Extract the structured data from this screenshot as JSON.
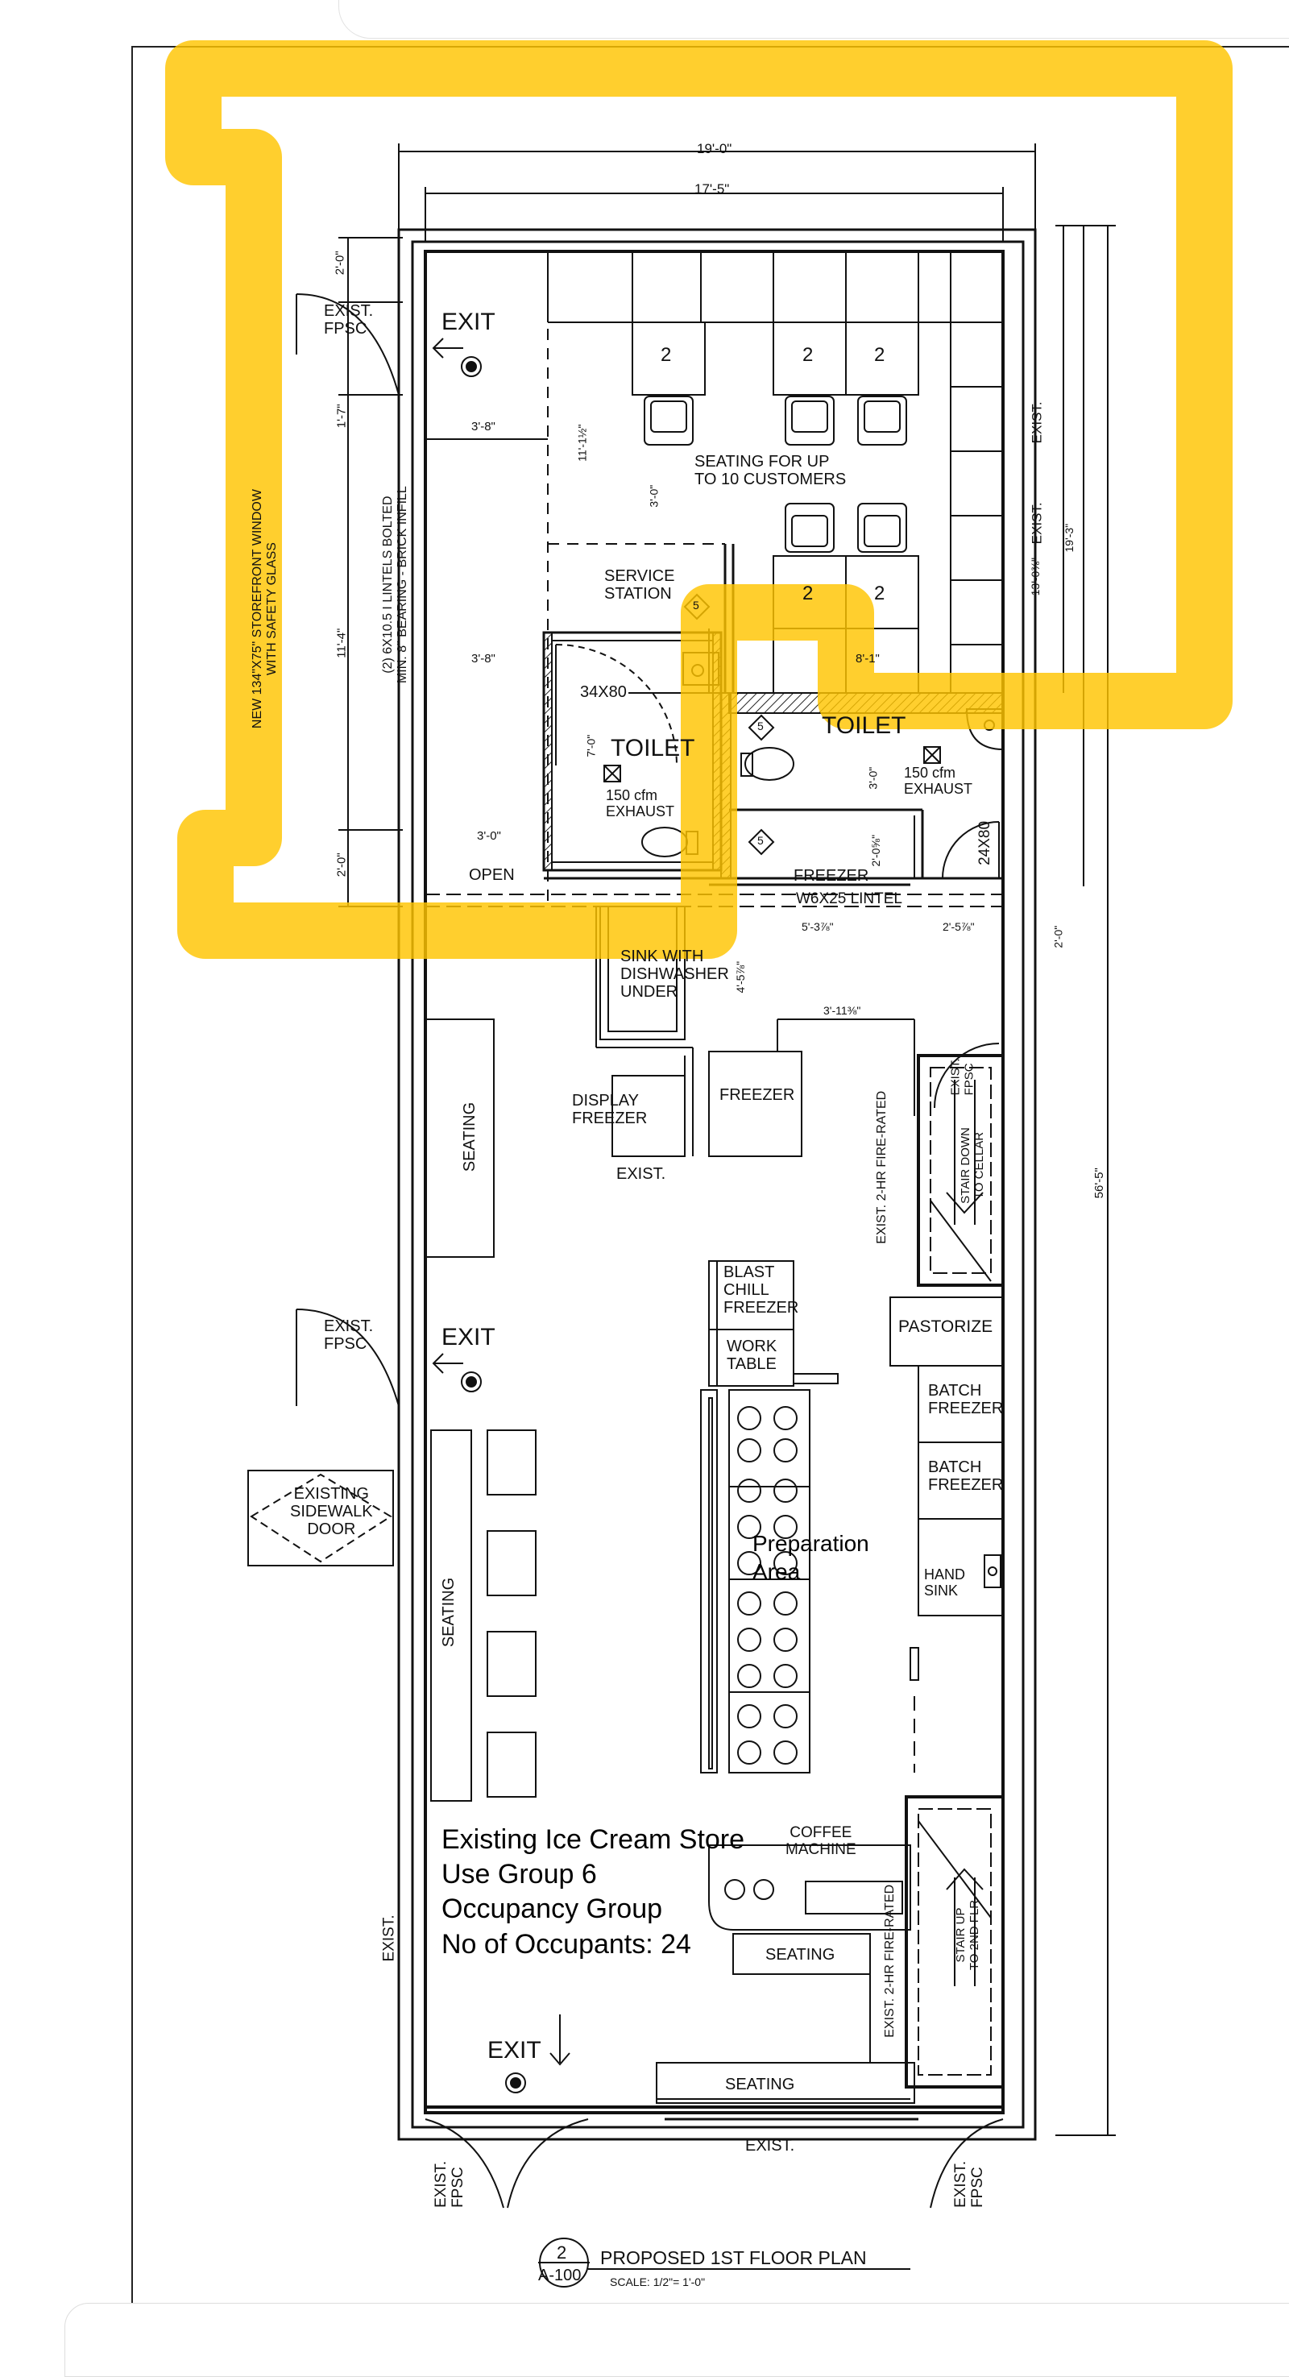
{
  "labels": {
    "dim_19_0": "19'-0\"",
    "dim_17_5": "17'-5\"",
    "dim_2_0_top": "2'-0\"",
    "dim_1_7": "1'-7\"",
    "dim_3_8_a": "3'-8\"",
    "dim_11_1_5": "11'-1½\"",
    "dim_3_0_a": "3'-0\"",
    "dim_11_4": "11'-4\"",
    "dim_3_8_b": "3'-8\"",
    "dim_7_0": "7'-0\"",
    "dim_2_0_mid": "2'-0\"",
    "dim_3_0_b": "3'-0\"",
    "dim_8_1": "8'-1\"",
    "dim_3_0_c": "3'-0\"",
    "dim_2_0_5": "2'-0⅝\"",
    "dim_13_0": "13'-0⅜\"",
    "dim_19_3": "19'-3\"",
    "dim_5_3": "5'-3⅞\"",
    "dim_2_5": "2'-5⅞\"",
    "dim_2_0_r": "2'-0\"",
    "dim_4_5": "4'-5⅞\"",
    "dim_3_11": "3'-11⅜\"",
    "dim_56_5": "56'-5\"",
    "exist_fpsc": "EXIST.\nFPSC",
    "exit": "EXIT",
    "exist": "EXIST.",
    "seat_2": "2",
    "seating_for": "SEATING FOR UP\nTO 10 CUSTOMERS",
    "service_station": "SERVICE\nSTATION",
    "tag_5": "5",
    "toilet": "TOILET",
    "door_34x80": "34X80",
    "door_24x80": "24X80",
    "exhaust": "150 cfm\nEXHAUST",
    "open": "OPEN",
    "freezer": "FREEZER",
    "lintel": "W6X25 LINTEL",
    "storefront": "NEW 134\"X75\" STOREFRONT WINDOW\nWITH SAFETY GLASS",
    "lintels": "(2) 6X10.5 I LINTELS BOLTED\nMIN. 8\" BEARING - BRICK INFILL",
    "sink_dishwasher": "SINK WITH\nDISHWASHER\nUNDER",
    "display_freezer": "DISPLAY\nFREEZER",
    "seating": "SEATING",
    "fire_rated": "EXIST. 2-HR FIRE-RATED",
    "stair_down": "STAIR DOWN\nTO CELLAR",
    "blast_chill": "BLAST\nCHILL\nFREEZER",
    "work_table": "WORK\nTABLE",
    "pastorize": "PASTORIZE",
    "batch_freezer": "BATCH\nFREEZER",
    "hand_sink": "HAND\nSINK",
    "prep_area": "Preparation\nArea",
    "sidewalk_door": "EXISTING\nSIDEWALK\nDOOR",
    "coffee_machine": "COFFEE\nMACHINE",
    "stair_up": "STAIR UP\nTO 2ND FLR",
    "store_info": [
      "Existing Ice Cream Store",
      "Use Group 6",
      "Occupancy Group",
      "No of Occupants: 24"
    ],
    "drawing_no": "2",
    "sheet_no": "A-100",
    "drawing_title": "PROPOSED 1ST FLOOR PLAN",
    "scale": "SCALE: 1/2\"= 1'-0\""
  },
  "colors": {
    "highlight": "#FFC400",
    "ink": "#111111",
    "paper": "#ffffff"
  }
}
